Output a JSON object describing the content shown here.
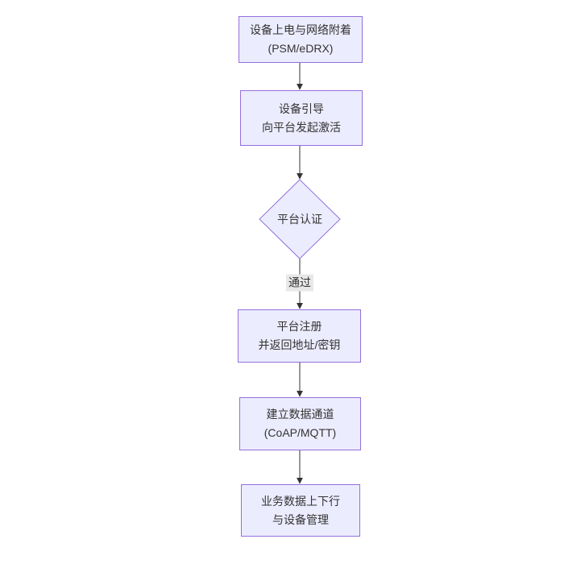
{
  "diagram": {
    "kind": "flowchart",
    "direction": "top-down",
    "colors": {
      "background": "#ffffff",
      "node_fill": "#ECECFF",
      "node_border": "#9370DB",
      "text": "#333333",
      "edge_line": "#333333",
      "arrowhead": "#333333",
      "edge_label_bg": "#e8e8e8"
    },
    "nodes": [
      {
        "shape": "rect",
        "line1": "设备上电与网络附着",
        "line2": "(PSM/eDRX)"
      },
      {
        "shape": "rect",
        "line1": "设备引导",
        "line2": "向平台发起激活"
      },
      {
        "shape": "diamond",
        "line1": "平台认证",
        "line2": ""
      },
      {
        "shape": "rect",
        "line1": "平台注册",
        "line2": "并返回地址/密钥"
      },
      {
        "shape": "rect",
        "line1": "建立数据通道",
        "line2": "(CoAP/MQTT)"
      },
      {
        "shape": "rect",
        "line1": "业务数据上下行",
        "line2": "与设备管理"
      }
    ],
    "edges": [
      {
        "from": 0,
        "to": 1,
        "label": ""
      },
      {
        "from": 1,
        "to": 2,
        "label": ""
      },
      {
        "from": 2,
        "to": 3,
        "label": "通过"
      },
      {
        "from": 3,
        "to": 4,
        "label": ""
      },
      {
        "from": 4,
        "to": 5,
        "label": ""
      }
    ]
  }
}
